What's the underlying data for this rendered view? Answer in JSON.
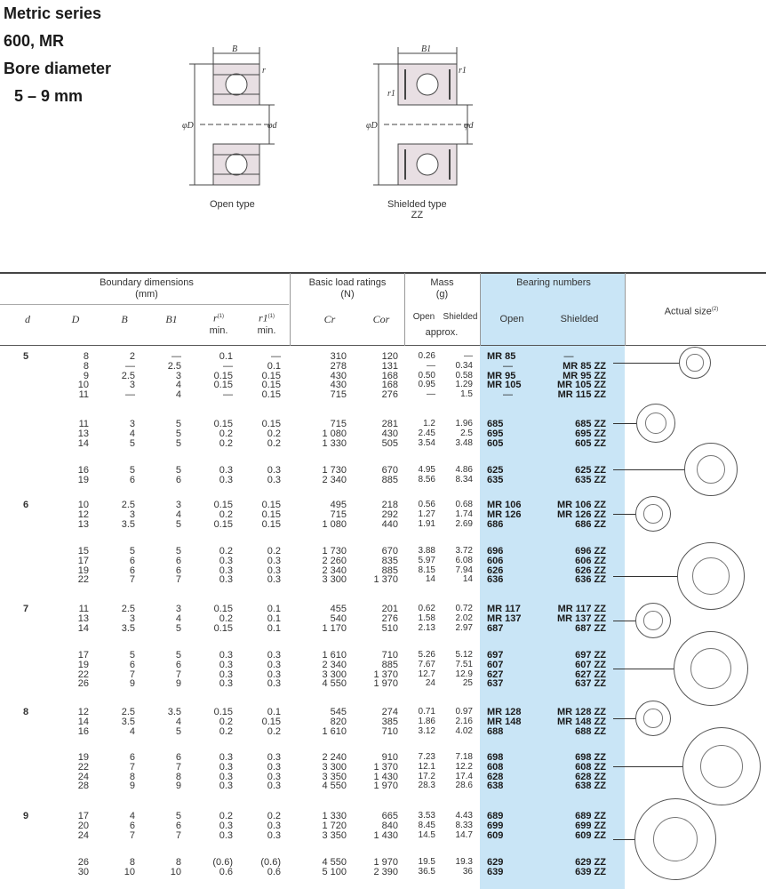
{
  "title": {
    "line1": "Metric series",
    "line2": "600, MR",
    "line3": "Bore diameter",
    "line4": "5 – 9 mm"
  },
  "figures": {
    "open_caption": "Open type",
    "shielded_caption_1": "Shielded type",
    "shielded_caption_2": "ZZ",
    "labels": {
      "B": "B",
      "B1": "B1",
      "r": "r",
      "r1": "r1",
      "D": "φD",
      "d": "φd"
    }
  },
  "table": {
    "group_headers": {
      "boundary": "Boundary dimensions",
      "boundary_unit": "(mm)",
      "load": "Basic load ratings",
      "load_unit": "(N)",
      "mass": "Mass",
      "mass_unit": "(g)",
      "bearing": "Bearing numbers",
      "actual": "Actual size"
    },
    "columns": {
      "d": "d",
      "D": "D",
      "B": "B",
      "B1": "B1",
      "r": "r",
      "r_min": "min.",
      "r1": "r1",
      "r1_min": "min.",
      "cr": "Cr",
      "cor": "Cor",
      "mass_open": "Open",
      "mass_shielded": "Shielded",
      "approx": "approx.",
      "open": "Open",
      "shielded": "Shielded"
    },
    "rows": [
      [
        "5",
        "8",
        "2",
        "—",
        "0.1",
        "—",
        "310",
        "120",
        "0.26",
        "—",
        "MR  85",
        "—"
      ],
      [
        "",
        "8",
        "—",
        "2.5",
        "—",
        "0.1",
        "278",
        "131",
        "—",
        "0.34",
        "—",
        "MR  85 ZZ"
      ],
      [
        "",
        "9",
        "2.5",
        "3",
        "0.15",
        "0.15",
        "430",
        "168",
        "0.50",
        "0.58",
        "MR  95",
        "MR  95 ZZ"
      ],
      [
        "",
        "10",
        "3",
        "4",
        "0.15",
        "0.15",
        "430",
        "168",
        "0.95",
        "1.29",
        "MR 105",
        "MR 105 ZZ"
      ],
      [
        "",
        "11",
        "—",
        "4",
        "—",
        "0.15",
        "715",
        "276",
        "—",
        "1.5",
        "—",
        "MR 115 ZZ"
      ],
      [
        "",
        "11",
        "3",
        "5",
        "0.15",
        "0.15",
        "715",
        "281",
        "1.2",
        "1.96",
        "685",
        "685 ZZ"
      ],
      [
        "",
        "13",
        "4",
        "5",
        "0.2",
        "0.2",
        "1 080",
        "430",
        "2.45",
        "2.5",
        "695",
        "695 ZZ"
      ],
      [
        "",
        "14",
        "5",
        "5",
        "0.2",
        "0.2",
        "1 330",
        "505",
        "3.54",
        "3.48",
        "605",
        "605 ZZ"
      ],
      [
        "",
        "16",
        "5",
        "5",
        "0.3",
        "0.3",
        "1 730",
        "670",
        "4.95",
        "4.86",
        "625",
        "625 ZZ"
      ],
      [
        "",
        "19",
        "6",
        "6",
        "0.3",
        "0.3",
        "2 340",
        "885",
        "8.56",
        "8.34",
        "635",
        "635 ZZ"
      ],
      [
        "6",
        "10",
        "2.5",
        "3",
        "0.15",
        "0.15",
        "495",
        "218",
        "0.56",
        "0.68",
        "MR 106",
        "MR 106 ZZ"
      ],
      [
        "",
        "12",
        "3",
        "4",
        "0.2",
        "0.15",
        "715",
        "292",
        "1.27",
        "1.74",
        "MR 126",
        "MR 126 ZZ"
      ],
      [
        "",
        "13",
        "3.5",
        "5",
        "0.15",
        "0.15",
        "1 080",
        "440",
        "1.91",
        "2.69",
        "686",
        "686 ZZ"
      ],
      [
        "",
        "15",
        "5",
        "5",
        "0.2",
        "0.2",
        "1 730",
        "670",
        "3.88",
        "3.72",
        "696",
        "696 ZZ"
      ],
      [
        "",
        "17",
        "6",
        "6",
        "0.3",
        "0.3",
        "2 260",
        "835",
        "5.97",
        "6.08",
        "606",
        "606 ZZ"
      ],
      [
        "",
        "19",
        "6",
        "6",
        "0.3",
        "0.3",
        "2 340",
        "885",
        "8.15",
        "7.94",
        "626",
        "626 ZZ"
      ],
      [
        "",
        "22",
        "7",
        "7",
        "0.3",
        "0.3",
        "3 300",
        "1 370",
        "14",
        "14",
        "636",
        "636 ZZ"
      ],
      [
        "7",
        "11",
        "2.5",
        "3",
        "0.15",
        "0.1",
        "455",
        "201",
        "0.62",
        "0.72",
        "MR 117",
        "MR 117 ZZ"
      ],
      [
        "",
        "13",
        "3",
        "4",
        "0.2",
        "0.1",
        "540",
        "276",
        "1.58",
        "2.02",
        "MR 137",
        "MR 137 ZZ"
      ],
      [
        "",
        "14",
        "3.5",
        "5",
        "0.15",
        "0.1",
        "1 170",
        "510",
        "2.13",
        "2.97",
        "687",
        "687 ZZ"
      ],
      [
        "",
        "17",
        "5",
        "5",
        "0.3",
        "0.3",
        "1 610",
        "710",
        "5.26",
        "5.12",
        "697",
        "697 ZZ"
      ],
      [
        "",
        "19",
        "6",
        "6",
        "0.3",
        "0.3",
        "2 340",
        "885",
        "7.67",
        "7.51",
        "607",
        "607 ZZ"
      ],
      [
        "",
        "22",
        "7",
        "7",
        "0.3",
        "0.3",
        "3 300",
        "1 370",
        "12.7",
        "12.9",
        "627",
        "627 ZZ"
      ],
      [
        "",
        "26",
        "9",
        "9",
        "0.3",
        "0.3",
        "4 550",
        "1 970",
        "24",
        "25",
        "637",
        "637 ZZ"
      ],
      [
        "8",
        "12",
        "2.5",
        "3.5",
        "0.15",
        "0.1",
        "545",
        "274",
        "0.71",
        "0.97",
        "MR 128",
        "MR 128 ZZ"
      ],
      [
        "",
        "14",
        "3.5",
        "4",
        "0.2",
        "0.15",
        "820",
        "385",
        "1.86",
        "2.16",
        "MR 148",
        "MR 148 ZZ"
      ],
      [
        "",
        "16",
        "4",
        "5",
        "0.2",
        "0.2",
        "1 610",
        "710",
        "3.12",
        "4.02",
        "688",
        "688 ZZ"
      ],
      [
        "",
        "19",
        "6",
        "6",
        "0.3",
        "0.3",
        "2 240",
        "910",
        "7.23",
        "7.18",
        "698",
        "698 ZZ"
      ],
      [
        "",
        "22",
        "7",
        "7",
        "0.3",
        "0.3",
        "3 300",
        "1 370",
        "12.1",
        "12.2",
        "608",
        "608 ZZ"
      ],
      [
        "",
        "24",
        "8",
        "8",
        "0.3",
        "0.3",
        "3 350",
        "1 430",
        "17.2",
        "17.4",
        "628",
        "628 ZZ"
      ],
      [
        "",
        "28",
        "9",
        "9",
        "0.3",
        "0.3",
        "4 550",
        "1 970",
        "28.3",
        "28.6",
        "638",
        "638 ZZ"
      ],
      [
        "9",
        "17",
        "4",
        "5",
        "0.2",
        "0.2",
        "1 330",
        "665",
        "3.53",
        "4.43",
        "689",
        "689 ZZ"
      ],
      [
        "",
        "20",
        "6",
        "6",
        "0.3",
        "0.3",
        "1 720",
        "840",
        "8.45",
        "8.33",
        "699",
        "699 ZZ"
      ],
      [
        "",
        "24",
        "7",
        "7",
        "0.3",
        "0.3",
        "3 350",
        "1 430",
        "14.5",
        "14.7",
        "609",
        "609 ZZ"
      ],
      [
        "",
        "26",
        "8",
        "8",
        "(0.6)",
        "(0.6)",
        "4 550",
        "1 970",
        "19.5",
        "19.3",
        "629",
        "629 ZZ"
      ],
      [
        "",
        "30",
        "10",
        "10",
        "0.6",
        "0.6",
        "5 100",
        "2 390",
        "36.5",
        "36",
        "639",
        "639 ZZ"
      ]
    ]
  },
  "colors": {
    "highlight": "#c9e5f6",
    "line": "#555555"
  }
}
